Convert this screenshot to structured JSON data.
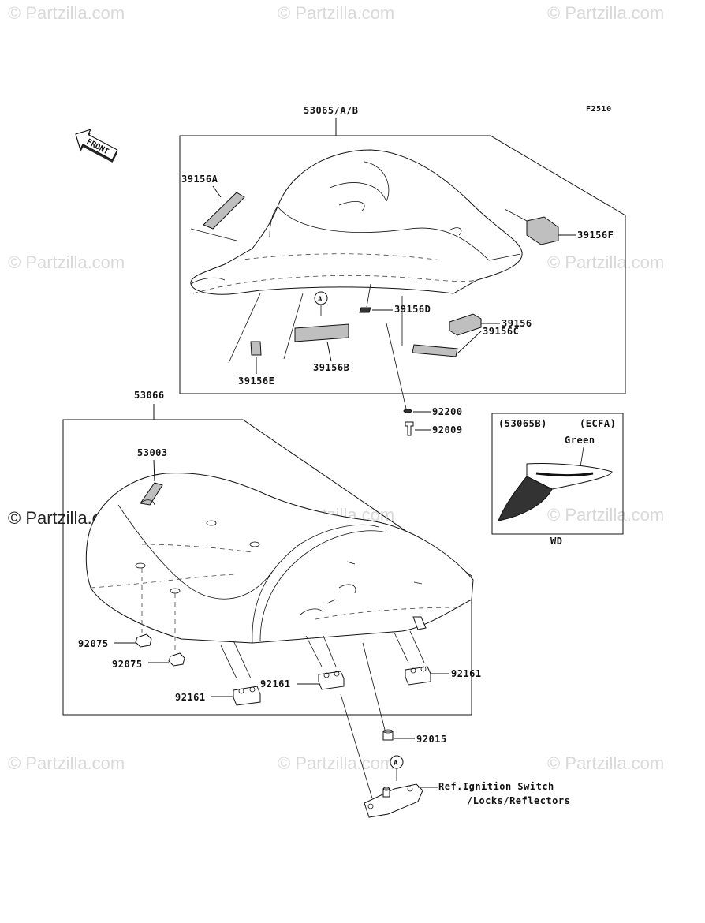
{
  "watermark": {
    "text": "© Partzilla.com",
    "main_text": "© Partzilla.com"
  },
  "figure_code": "F2510",
  "front_marker": "FRONT",
  "assemblies": {
    "rear_seat": "53065/A/B",
    "front_seat": "53066"
  },
  "inset": {
    "variant": "(53065B)",
    "market": "(ECFA)",
    "color_label": "Green",
    "caption": "WD"
  },
  "callouts": {
    "c39156A": "39156A",
    "c39156F": "39156F",
    "c39156D": "39156D",
    "c39156": "39156",
    "c39156C": "39156C",
    "c39156B": "39156B",
    "c39156E": "39156E",
    "c92200": "92200",
    "c92009": "92009",
    "c53003": "53003",
    "c92075a": "92075",
    "c92075b": "92075",
    "c92161a": "92161",
    "c92161b": "92161",
    "c92161c": "92161",
    "c92015": "92015",
    "ref_line1": "Ref.Ignition Switch",
    "ref_line2": "/Locks/Reflectors",
    "markerA1": "A",
    "markerA2": "A"
  }
}
